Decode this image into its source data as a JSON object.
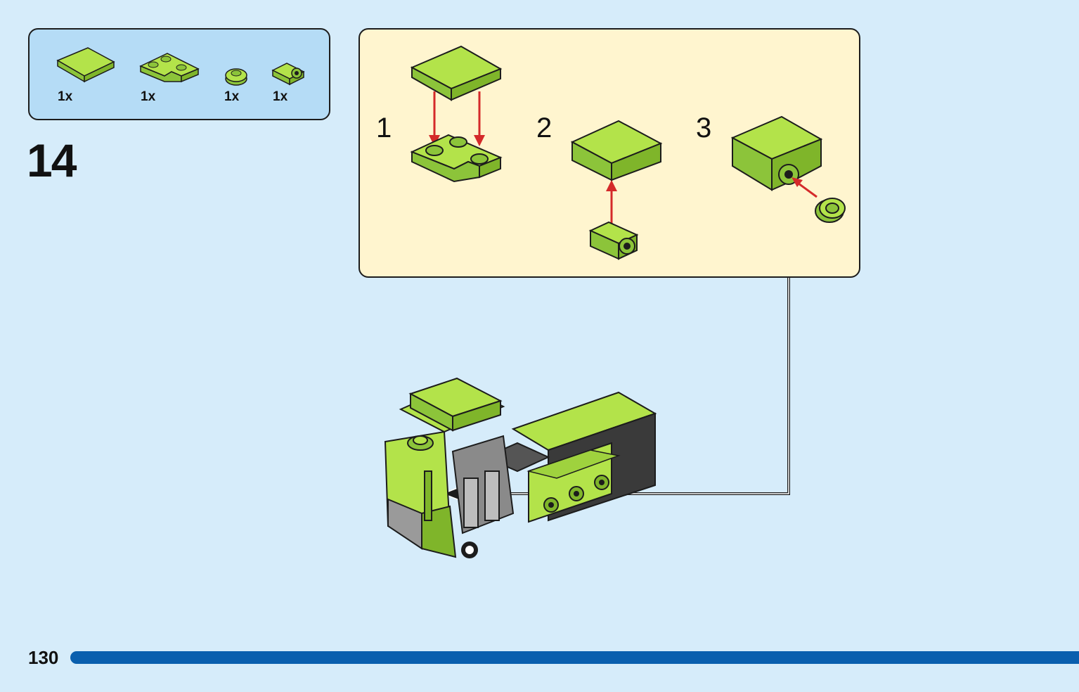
{
  "parts_list": {
    "items": [
      {
        "name": "lime-tile-2x2",
        "qty": "1x"
      },
      {
        "name": "lime-plate-corner",
        "qty": "1x"
      },
      {
        "name": "lime-round-plate",
        "qty": "1x"
      },
      {
        "name": "lime-bracket-stud",
        "qty": "1x"
      }
    ]
  },
  "step": {
    "number": "14"
  },
  "substeps": [
    {
      "number": "1"
    },
    {
      "number": "2"
    },
    {
      "number": "3"
    }
  ],
  "page": {
    "number": "130"
  },
  "colors": {
    "lime": "#b3e34a",
    "lime_dark": "#7fb52a",
    "arrow_red": "#d42a2a",
    "progress_blue": "#0a5fae",
    "background": "#d6ecfa",
    "parts_box": "#b5dcf6",
    "substep_box": "#fff5cf"
  }
}
